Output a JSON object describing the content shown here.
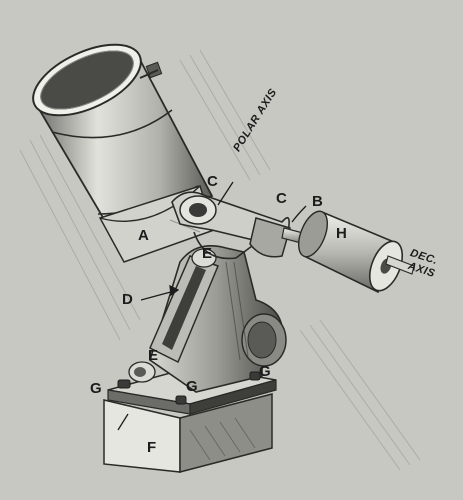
{
  "diagram": {
    "labels": {
      "a": "A",
      "b": "B",
      "c_left": "C",
      "c_right": "C",
      "d": "D",
      "e_top": "E",
      "e_bottom": "E",
      "f": "F",
      "g_left": "G",
      "g_middle": "G",
      "g_right": "G",
      "h": "H",
      "polar_axis": "POLAR AXIS",
      "dec_axis_line1": "DEC.",
      "dec_axis_line2": "AXIS"
    },
    "colors": {
      "paper": "#c8c8c2",
      "ink": "#1c1c1c",
      "shade_dark": "#3a3a38",
      "shade_mid": "#7a7a76",
      "shade_light": "#e4e4df"
    }
  }
}
